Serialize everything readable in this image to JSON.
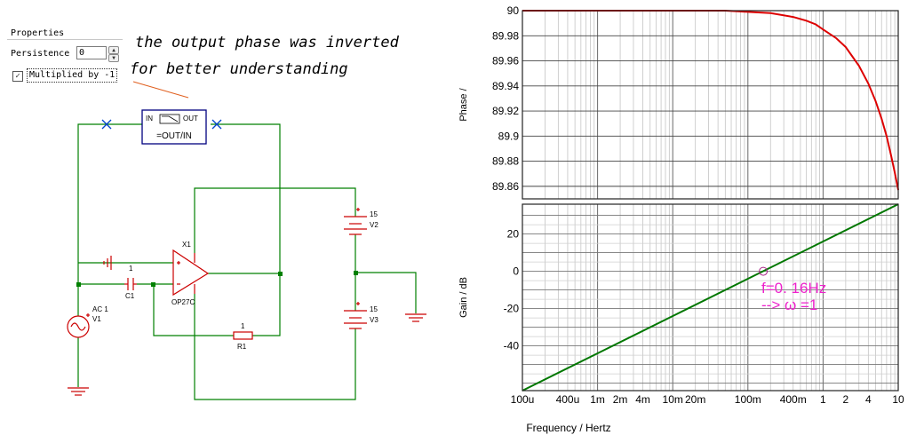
{
  "properties_panel": {
    "title": "Properties",
    "persistence_label": "Persistence",
    "persistence_value": "0",
    "multiplied_label": "Multiplied by -1",
    "multiplied_checked": true
  },
  "annotation": {
    "line1": "the output phase was inverted",
    "line2": "for better understanding"
  },
  "schematic": {
    "probe_in": "IN",
    "probe_out": "OUT",
    "probe_formula": "=OUT/IN",
    "opamp_ref": "X1",
    "opamp_model": "OP27C",
    "c1_value": "1",
    "c1_ref": "C1",
    "r1_value": "1",
    "r1_ref": "R1",
    "v1_value": "AC 1",
    "v1_ref": "V1",
    "v2_value": "15",
    "v2_ref": "V2",
    "v3_value": "15",
    "v3_ref": "V3",
    "wire_color": "#008000",
    "component_color": "#cc0000",
    "probe_color": "#000080"
  },
  "chart_data": [
    {
      "type": "line",
      "ylabel": "Phase /",
      "xscale": "log",
      "xlim": [
        0.0001,
        10
      ],
      "ylim": [
        89.85,
        90
      ],
      "yticks": [
        90,
        89.98,
        89.96,
        89.94,
        89.92,
        89.9,
        89.88,
        89.86
      ],
      "ytick_labels": [
        "90",
        "89.98",
        "89.96",
        "89.94",
        "89.92",
        "89.9",
        "89.88",
        "89.86"
      ],
      "grid": true,
      "series": [
        {
          "color": "#dd0000",
          "x": [
            0.0001,
            0.001,
            0.01,
            0.05,
            0.1,
            0.2,
            0.4,
            0.6,
            0.8,
            1,
            1.5,
            2,
            3,
            4,
            5,
            6,
            7,
            8,
            9,
            10
          ],
          "y": [
            90,
            90,
            90,
            90,
            89.999,
            89.998,
            89.995,
            89.992,
            89.989,
            89.985,
            89.978,
            89.971,
            89.956,
            89.942,
            89.928,
            89.914,
            89.9,
            89.885,
            89.871,
            89.857
          ]
        }
      ]
    },
    {
      "type": "line",
      "ylabel": "Gain / dB",
      "xlabel": "Frequency / Hertz",
      "xscale": "log",
      "xlim": [
        0.0001,
        10
      ],
      "ylim": [
        -64,
        36
      ],
      "yticks": [
        20,
        0,
        -20,
        -40
      ],
      "ytick_labels": [
        "20",
        "0",
        "-20",
        "-40"
      ],
      "xticks": [
        0.0001,
        0.0004,
        0.001,
        0.002,
        0.004,
        0.01,
        0.02,
        0.1,
        0.4,
        1,
        2,
        4,
        10
      ],
      "xtick_labels": [
        "100u",
        "400u",
        "1m",
        "2m",
        "4m",
        "10m",
        "20m",
        "100m",
        "400m",
        "1",
        "2",
        "4",
        "10"
      ],
      "grid": true,
      "series": [
        {
          "color": "#007700",
          "x": [
            0.0001,
            0.001,
            0.01,
            0.1,
            1,
            10
          ],
          "y": [
            -64,
            -44,
            -24,
            -4,
            16,
            36
          ]
        }
      ],
      "marker": {
        "x": 0.16,
        "y": 0,
        "color": "#aa2288"
      },
      "annotation": {
        "line1": "f=0. 16Hz",
        "line2": "--> ω =1",
        "color": "#ee22cc"
      }
    }
  ]
}
